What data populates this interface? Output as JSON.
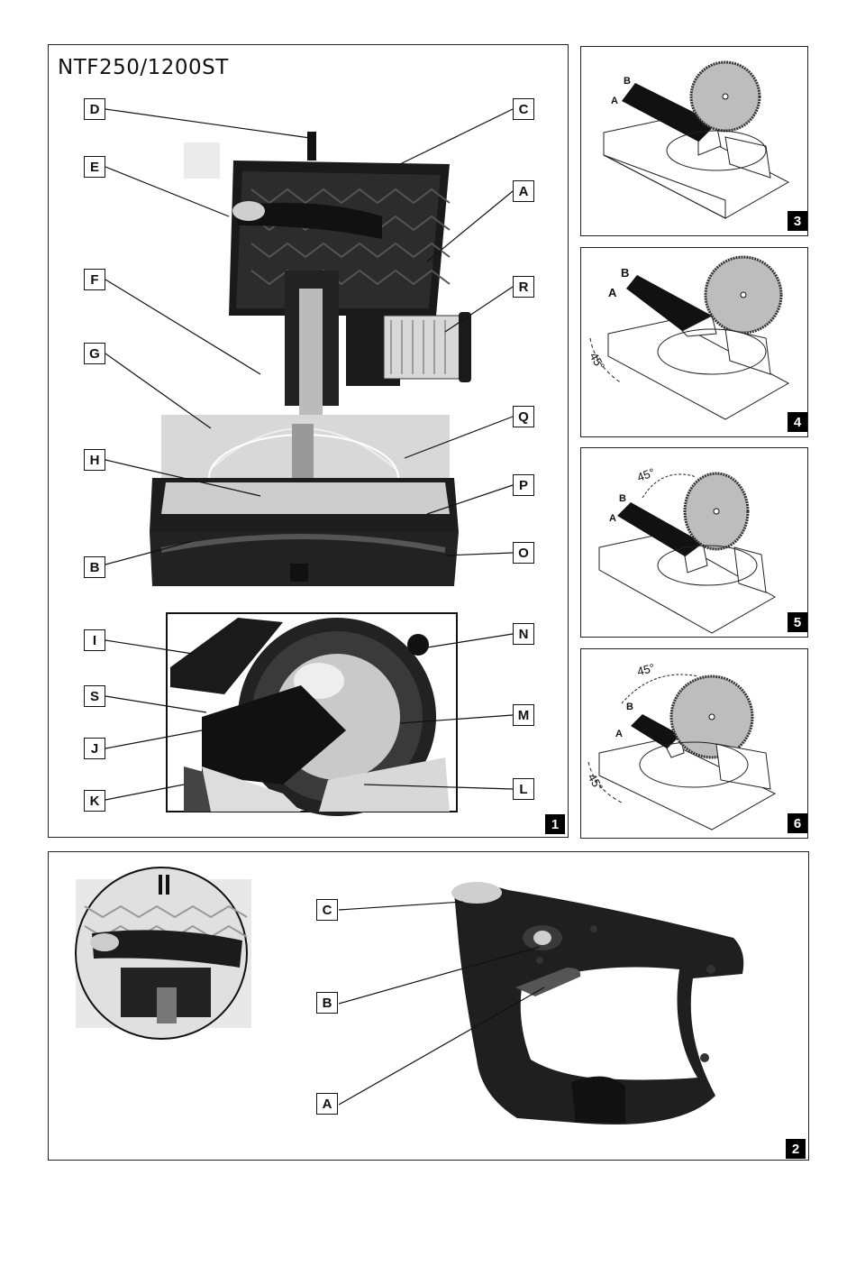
{
  "figure1": {
    "model_title": "NTF250/1200ST",
    "number": "1",
    "labels_left": [
      "D",
      "E",
      "F",
      "G",
      "H",
      "B",
      "I",
      "S",
      "J",
      "K"
    ],
    "labels_right": [
      "C",
      "A",
      "R",
      "Q",
      "P",
      "O",
      "N",
      "M",
      "L"
    ]
  },
  "figure2": {
    "number": "2",
    "labels": [
      "C",
      "B",
      "A"
    ]
  },
  "figure3": {
    "number": "3",
    "labels": [
      "B",
      "A"
    ]
  },
  "figure4": {
    "number": "4",
    "labels": [
      "B",
      "A"
    ],
    "angle": "45°"
  },
  "figure5": {
    "number": "5",
    "labels": [
      "B",
      "A"
    ],
    "angle": "45°"
  },
  "figure6": {
    "number": "6",
    "labels": [
      "B",
      "A"
    ],
    "angle_top": "45°",
    "angle_bottom": "45°"
  }
}
